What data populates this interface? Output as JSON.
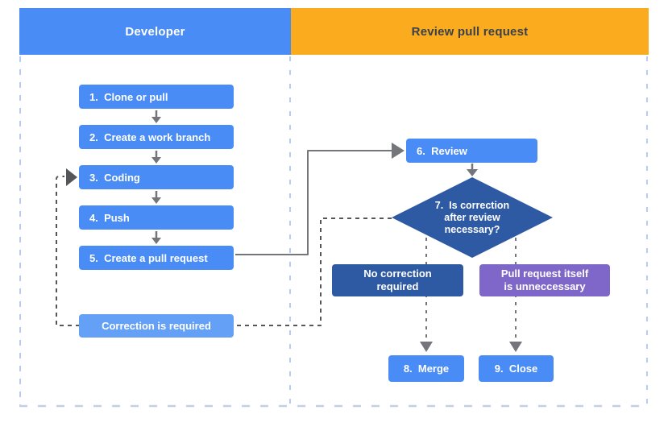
{
  "lanes": {
    "developer": {
      "title": "Developer"
    },
    "review": {
      "title": "Review pull request"
    }
  },
  "nodes": {
    "step1": {
      "label": "1.  Clone or pull"
    },
    "step2": {
      "label": "2.  Create a work branch"
    },
    "step3": {
      "label": "3.  Coding"
    },
    "step4": {
      "label": "4.  Push"
    },
    "step5": {
      "label": "5.  Create a pull request"
    },
    "correction_required": {
      "label": "Correction is required"
    },
    "step6": {
      "label": "6.  Review"
    },
    "decision": {
      "lines": [
        "7.  Is correction",
        "after review",
        "necessary?"
      ]
    },
    "no_correction": {
      "lines": [
        "No correction",
        "required"
      ]
    },
    "pr_unnecessary": {
      "lines": [
        "Pull request itself",
        "is unneccessary"
      ]
    },
    "step8": {
      "label": "8.  Merge"
    },
    "step9": {
      "label": "9.  Close"
    }
  },
  "colors": {
    "step_blue": "#4a8cf5",
    "light_blue": "#64a1f6",
    "lane_orange": "#fbab1e",
    "dark_blue": "#2e5aa3",
    "purple": "#7e67c8",
    "arrow_gray": "#74767b",
    "loop_gray": "#55565a",
    "lane_border_blue": "#b6cdf1",
    "header_text_dark": "#3a414b"
  }
}
